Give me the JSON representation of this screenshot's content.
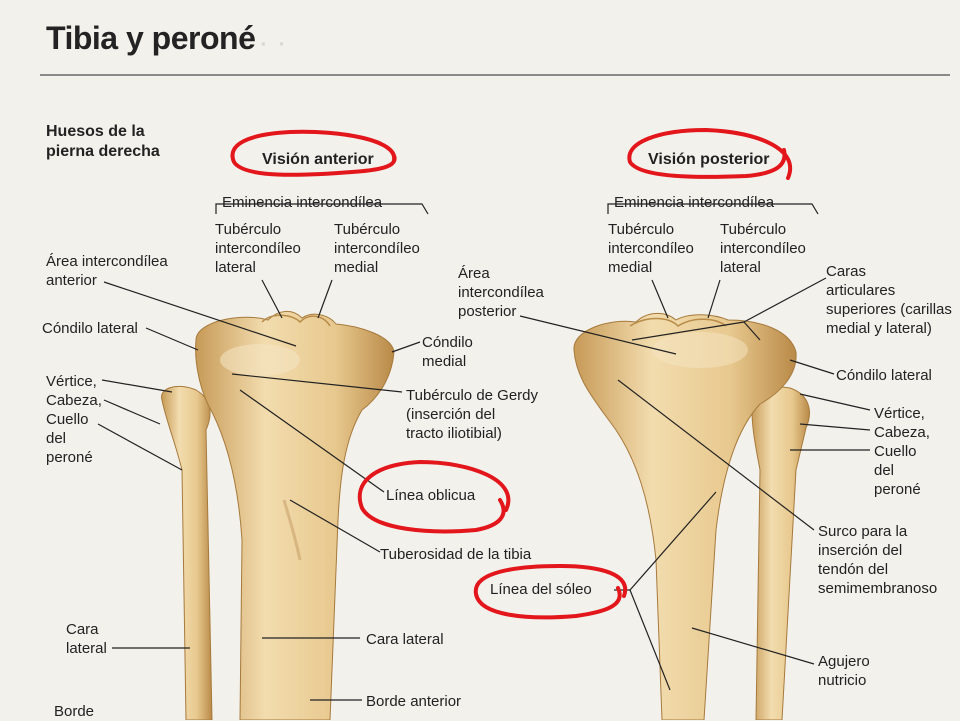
{
  "title": "Tibia y peroné",
  "section_title": "Huesos de la\npierna derecha",
  "views": {
    "anterior": "Visión anterior",
    "posterior": "Visión posterior"
  },
  "anterior_labels": {
    "eminencia": "Eminencia intercondílea",
    "tub_lateral": "Tubérculo\nintercondíleo\nlateral",
    "tub_medial": "Tubérculo\nintercondíleo\nmedial",
    "area_anterior": "Área intercondílea\nanterior",
    "condilo_lateral": "Cóndilo lateral",
    "condilo_medial": "Cóndilo\nmedial",
    "vertice": "Vértice,\nCabeza,\nCuello\ndel\nperoné",
    "gerdy": "Tubérculo de Gerdy\n(inserción del\ntracto iliotibial)",
    "linea_oblicua": "Línea oblicua",
    "tuberosidad": "Tuberosidad de la tibia",
    "cara_lateral_fib": "Cara\nlateral",
    "cara_lateral": "Cara lateral",
    "borde_anterior": "Borde anterior",
    "borde": "Borde"
  },
  "posterior_labels": {
    "eminencia": "Eminencia intercondílea",
    "tub_medial": "Tubérculo\nintercondíleo\nmedial",
    "tub_lateral": "Tubérculo\nintercondíleo\nlateral",
    "area_posterior": "Área\nintercondílea\nposterior",
    "caras_articulares": "Caras\narticulares\nsuperiores (carillas\nmedial y lateral)",
    "condilo_lateral": "Cóndilo lateral",
    "vertice": "Vértice,\nCabeza,\nCuello\ndel\nperoné",
    "surco": "Surco para la\ninserción del\ntendón del\nsemimembranoso",
    "linea_soleo": "Línea del sóleo",
    "agujero": "Agujero\nnutricio"
  },
  "colors": {
    "bone_light": "#f2dcae",
    "bone_mid": "#e2bf80",
    "bone_dark": "#c79a57",
    "annotation": "#e2161b"
  }
}
